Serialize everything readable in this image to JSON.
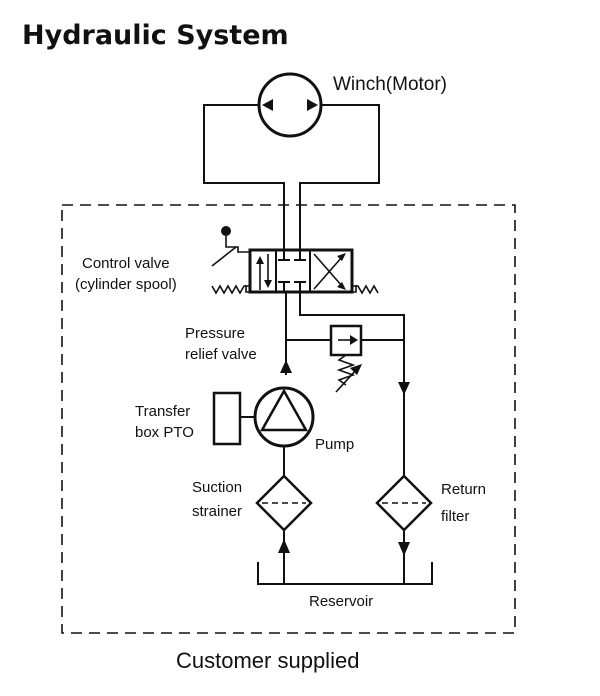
{
  "title": "Hydraulic System",
  "footer": "Customer supplied",
  "labels": {
    "winch": "Winch(Motor)",
    "control_valve_line1": "Control  valve",
    "control_valve_line2": "(cylinder spool)",
    "pressure_relief_line1": "Pressure",
    "pressure_relief_line2": "relief valve",
    "transfer_box_line1": "Transfer",
    "transfer_box_line2": "box PTO",
    "pump": "Pump",
    "suction_line1": "Suction",
    "suction_line2": "strainer",
    "return_line1": "Return",
    "return_line2": "filter",
    "reservoir": "Reservoir"
  }
}
